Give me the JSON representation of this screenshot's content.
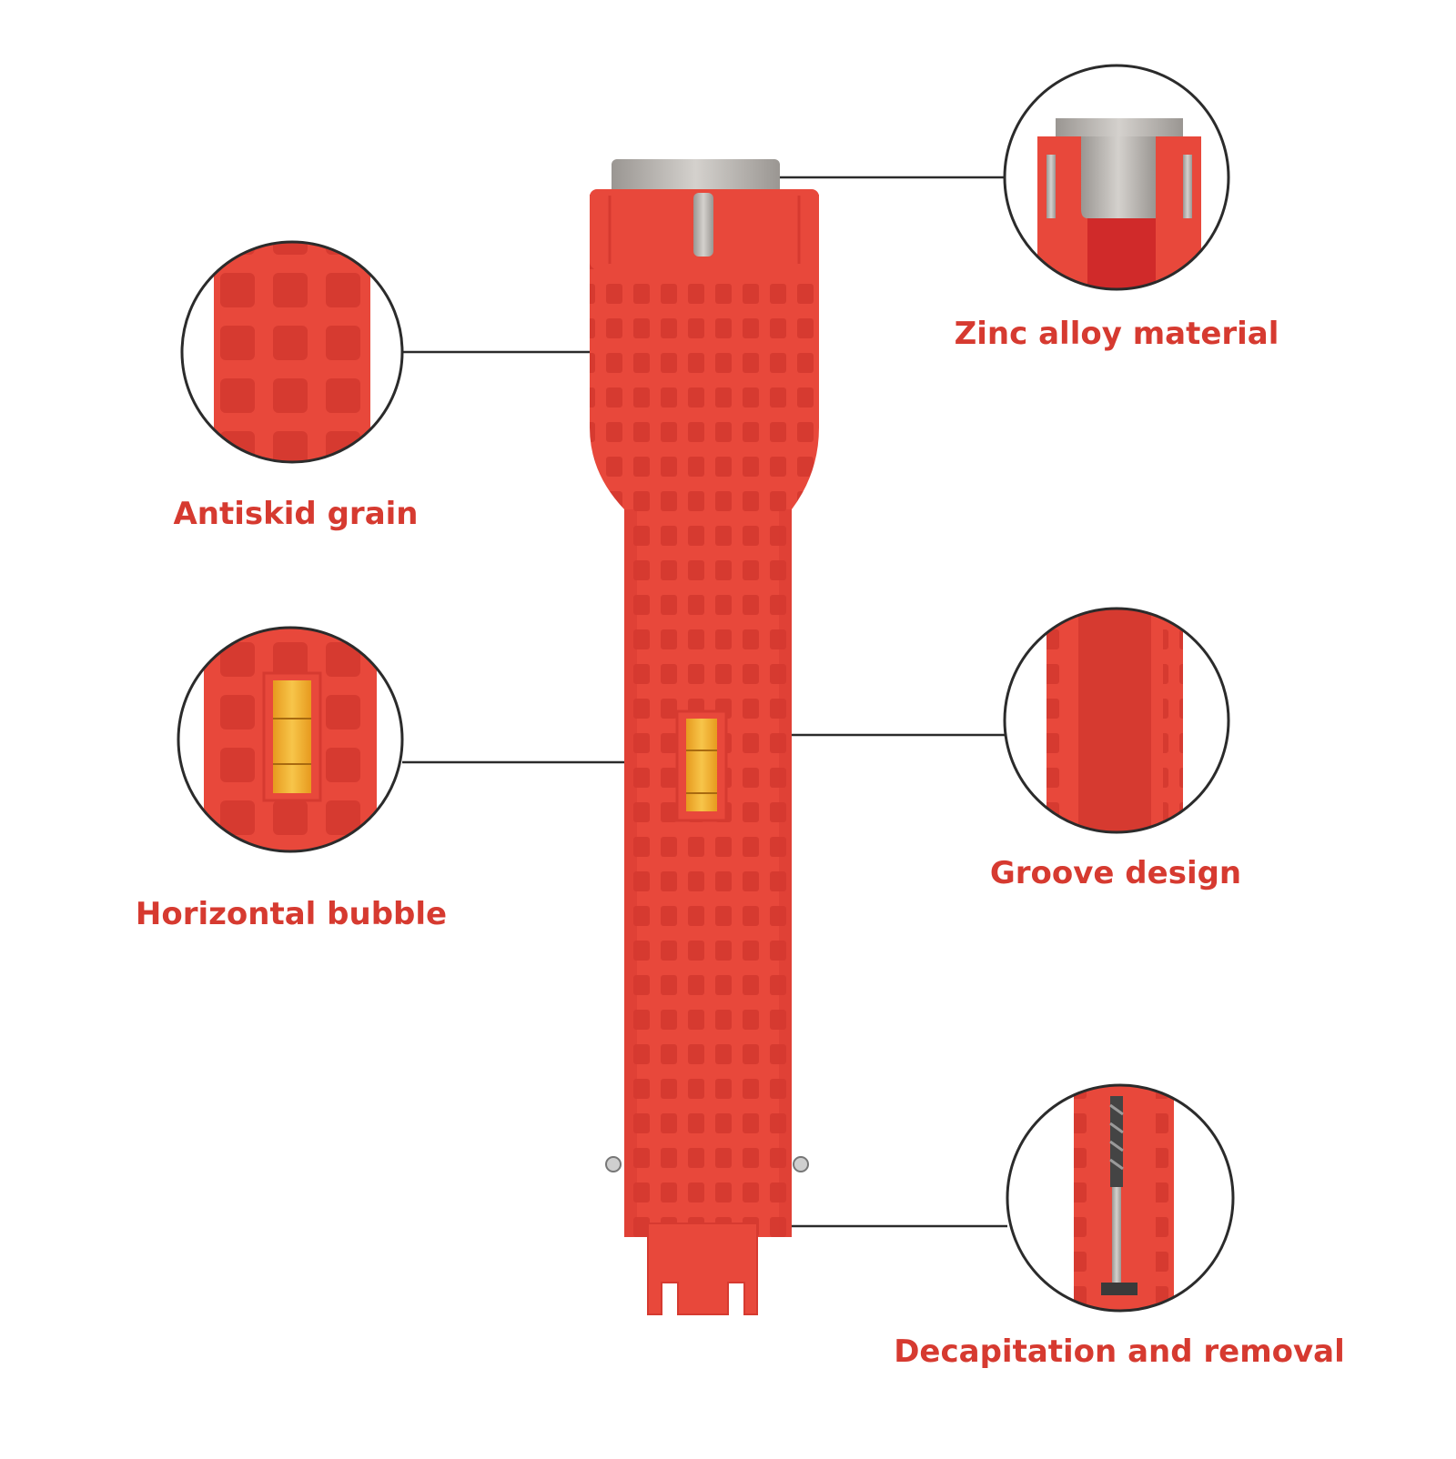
{
  "colors": {
    "label_text": "#d63a30",
    "tool_red": "#e8483b",
    "tool_dark": "#d63a30",
    "metal": "#b8b4af",
    "bubble_yellow": "#f2b233",
    "leader_line": "#2b2b2b"
  },
  "labels": {
    "zinc": "Zinc alloy material",
    "antiskid": "Antiskid grain",
    "bubble": "Horizontal bubble",
    "groove": "Groove design",
    "decap": "Decapitation and removal"
  }
}
